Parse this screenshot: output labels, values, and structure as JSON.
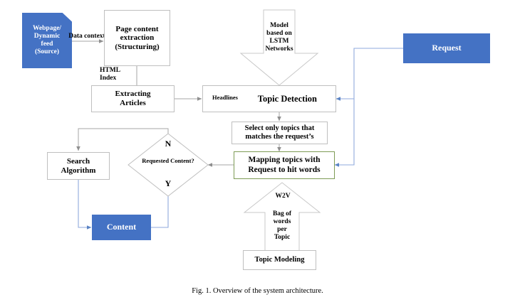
{
  "figure": {
    "caption": "Fig. 1.  Overview of the system architecture.",
    "colors": {
      "accent_blue": "#4472C4",
      "box_border_gray": "#BFBFBF",
      "box_border_green": "#7E9B55",
      "connector_gray": "#A6A6A6",
      "connector_blue": "#8FAADC",
      "text": "#000000"
    }
  },
  "nodes": {
    "source": {
      "label": "Webpage/\nDynamic\nfeed\n(Source)",
      "shape": "folded-corner",
      "fill": "#4472C4"
    },
    "page_extraction": {
      "label": "Page content\nextraction\n(Structuring)",
      "shape": "rect"
    },
    "extracting_articles": {
      "label": "Extracting\nArticles",
      "shape": "rect"
    },
    "lstm_model": {
      "label": "Model\nbased on\nLSTM\nNetworks",
      "shape": "down-arrow"
    },
    "request": {
      "label": "Request",
      "shape": "rect",
      "fill": "#4472C4"
    },
    "topic_detection": {
      "label": "Topic Detection",
      "shape": "rect"
    },
    "headlines_tag": {
      "label": "Headlines",
      "shape": "inline-label"
    },
    "select_topics": {
      "label": "Select only topics that\nmatches the request’s",
      "shape": "rect"
    },
    "mapping": {
      "label": "Mapping topics with\nRequest to hit words",
      "shape": "rect",
      "border": "#7E9B55"
    },
    "bag_of_words": {
      "label": "Bag of\nwords\nper\nTopic",
      "shape": "up-arrow"
    },
    "topic_modeling": {
      "label": "Topic  Modeling",
      "shape": "rect"
    },
    "decision": {
      "label": "Requested\nContent?",
      "shape": "diamond"
    },
    "search_algorithm": {
      "label": "Search\nAlgorithm",
      "shape": "rect"
    },
    "content": {
      "label": "Content",
      "shape": "rect",
      "fill": "#4472C4"
    }
  },
  "edge_labels": {
    "data_context": "Data\ncontext",
    "html_index": "HTML\nIndex",
    "w2v": "W2V",
    "branch_no": "N",
    "branch_yes": "Y"
  }
}
